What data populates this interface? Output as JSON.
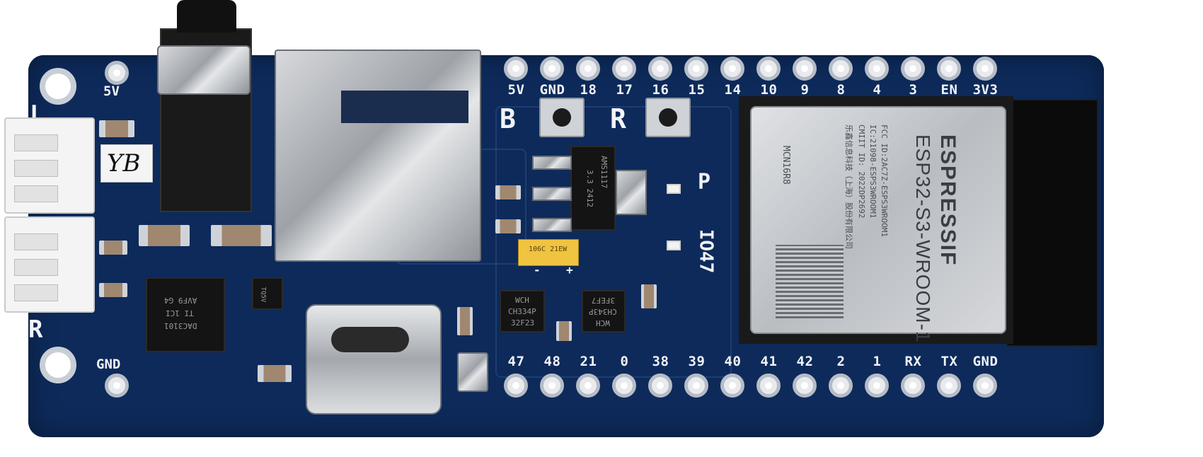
{
  "board": {
    "pcb_color": "#0d2a5a",
    "top_pins": [
      "5V",
      "GND",
      "18",
      "17",
      "16",
      "15",
      "14",
      "10",
      "9",
      "8",
      "4",
      "3",
      "EN",
      "3V3"
    ],
    "bottom_pins": [
      "47",
      "48",
      "21",
      "0",
      "38",
      "39",
      "40",
      "41",
      "42",
      "2",
      "1",
      "RX",
      "TX",
      "GND"
    ],
    "left_top_label": "5V",
    "left_bottom_label": "GND",
    "side_labels": {
      "left": "L",
      "right": "R"
    },
    "button_labels": {
      "boot": "B",
      "reset": "R"
    },
    "led_labels": {
      "power": "P",
      "io": "IO47"
    },
    "sticker_label": "YB",
    "regulator": {
      "line1": "AMS1117",
      "line2": "3.3  2412"
    },
    "tantalum_cap": "106C 21EW",
    "polarity_minus": "-",
    "polarity_plus": "+",
    "dac": {
      "line1": "DAC3101",
      "line2": "TI  1CI",
      "line3": "AVF9  G4"
    },
    "usb_uart_1": {
      "line1": "WCH",
      "line2": "CH334P",
      "line3": "32F23"
    },
    "usb_uart_2": {
      "line1": "3FEF7",
      "line2": "CH343P",
      "line3": "WCH"
    },
    "small_chip": "TQ5V",
    "module": {
      "brand": "ESPRESSIF",
      "model": "ESP32-S3-WROOM-1",
      "variant": "MCN16R8",
      "fcc": "FCC ID:2AC7Z-ESPS3WROOM1",
      "ic": "IC:21098-ESPS3WROOM1",
      "cmiit": "CMIIT ID: 2022DP2692",
      "maker": "乐鑫信息科技（上海）股份有限公司"
    }
  }
}
